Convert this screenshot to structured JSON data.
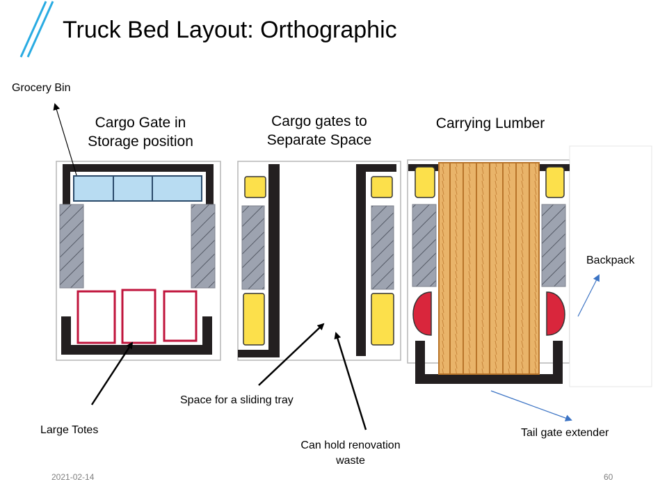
{
  "slide": {
    "title": "Truck Bed Layout: Orthographic",
    "date": "2021-02-14",
    "page_number": "60"
  },
  "headings": {
    "storage": [
      "Cargo Gate in",
      "Storage position"
    ],
    "separate": [
      "Cargo gates to",
      "Separate Space"
    ],
    "lumber": "Carrying Lumber"
  },
  "callouts": {
    "grocery_bin": "Grocery Bin",
    "large_totes": "Large Totes",
    "sliding_tray": "Space for a sliding tray",
    "renovation": [
      "Can hold renovation",
      "waste"
    ],
    "backpack": "Backpack",
    "tailgate": "Tail gate extender"
  },
  "colors": {
    "accent_line": "#29abe2",
    "gate": "#231f20",
    "grocery_bin_fill": "#b8dcf2",
    "wheel_well": "#9da3b0",
    "tote_border": "#c0143c",
    "yellow_bin": "#fce04b",
    "backpack": "#d9263c",
    "lumber": "#e2a455",
    "arrow_blue": "#3b73c4"
  }
}
